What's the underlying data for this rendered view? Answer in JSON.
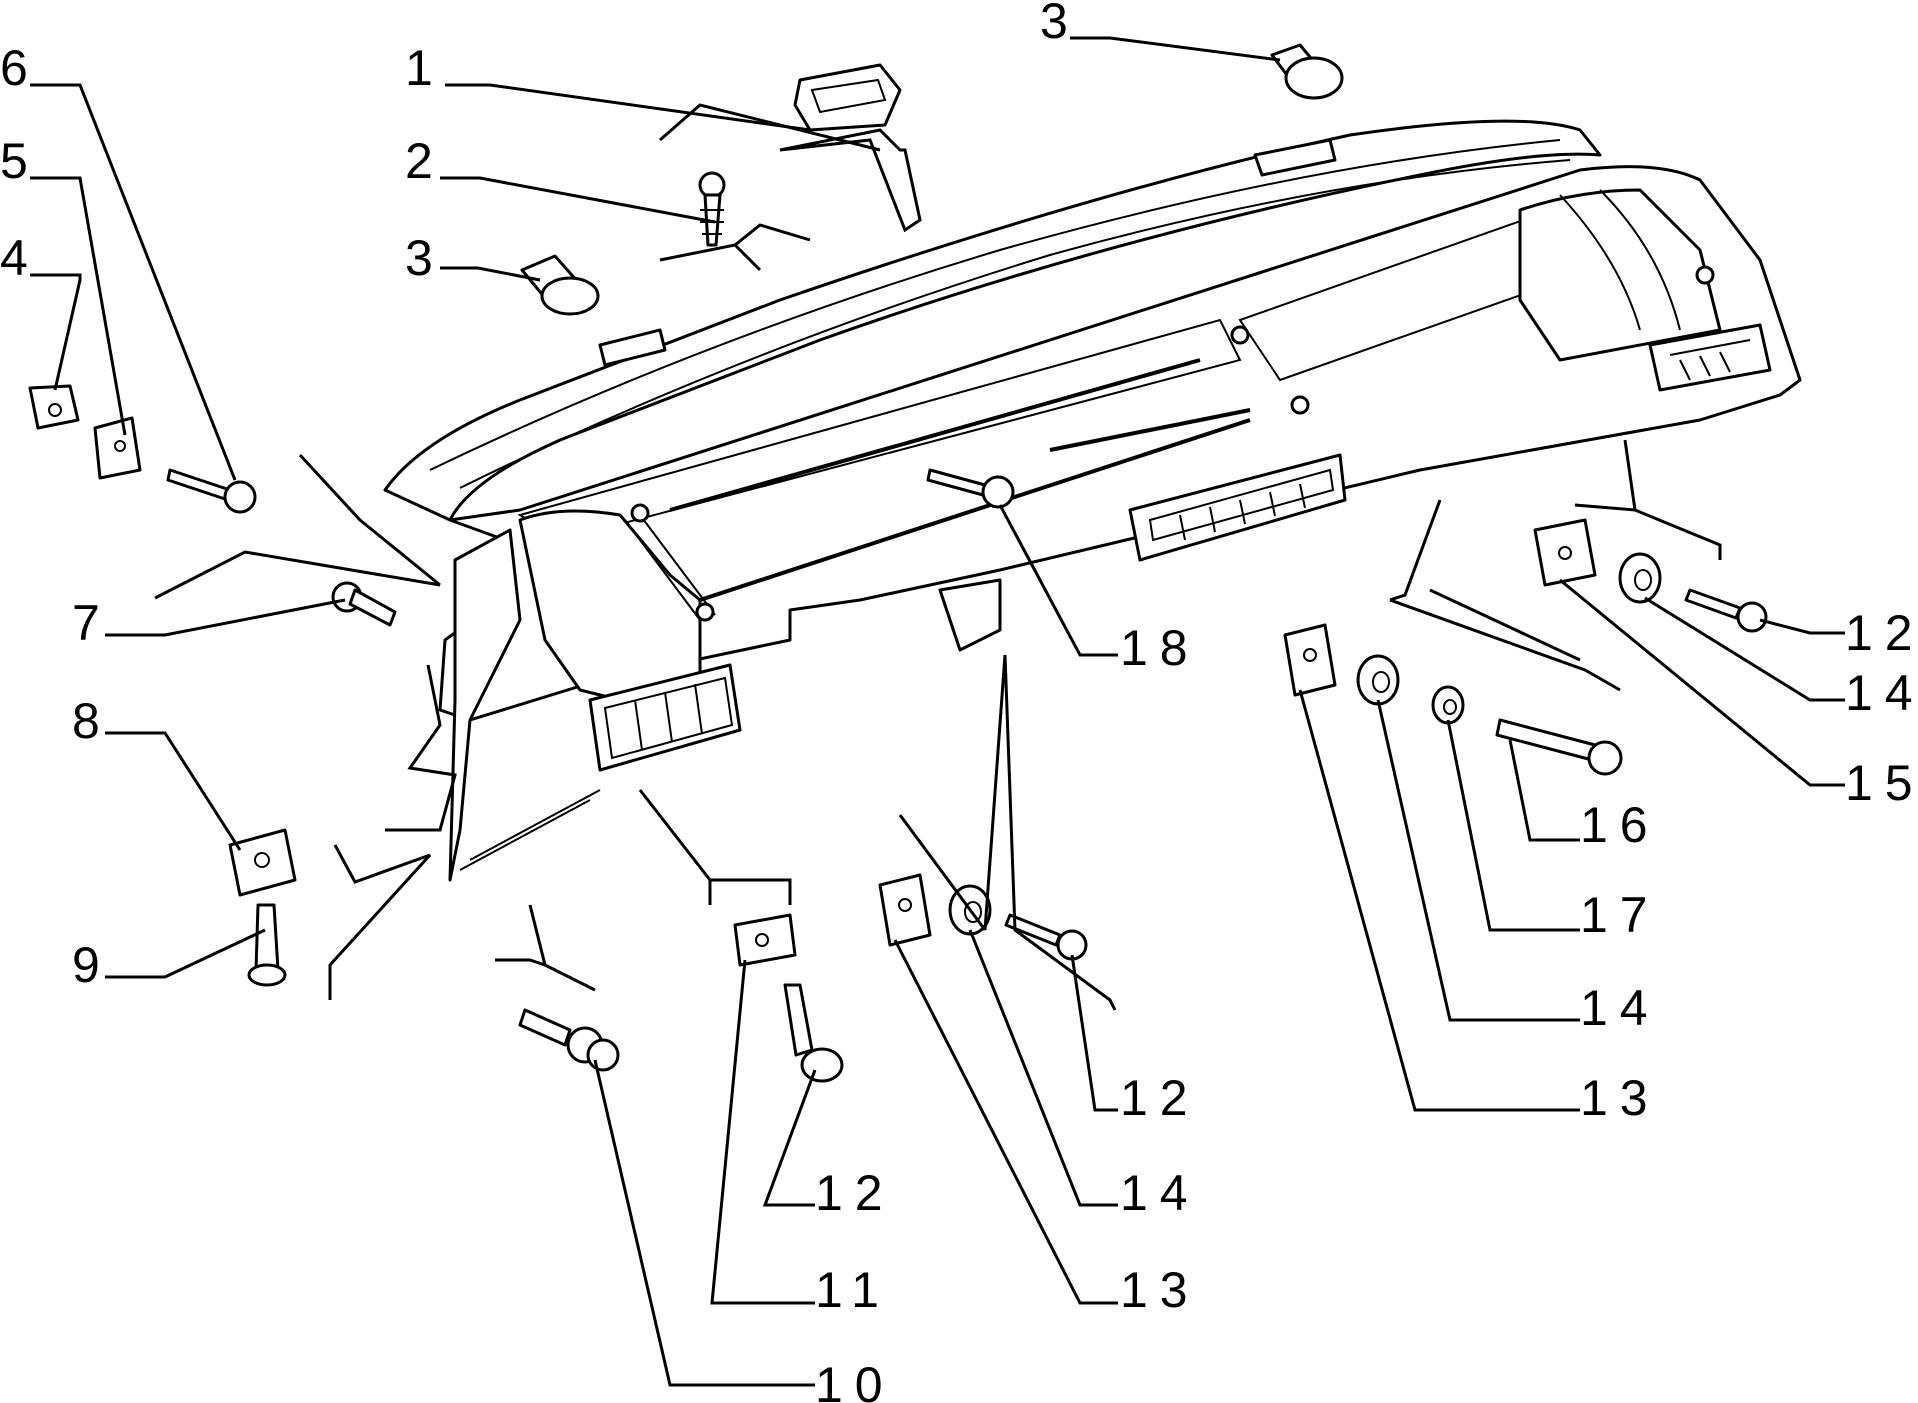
{
  "callouts": [
    {
      "id": "c1",
      "label": "1"
    },
    {
      "id": "c2",
      "label": "2"
    },
    {
      "id": "c3a",
      "label": "3"
    },
    {
      "id": "c3b",
      "label": "3"
    },
    {
      "id": "c4",
      "label": "4"
    },
    {
      "id": "c5",
      "label": "5"
    },
    {
      "id": "c6",
      "label": "6"
    },
    {
      "id": "c7",
      "label": "7"
    },
    {
      "id": "c8",
      "label": "8"
    },
    {
      "id": "c9",
      "label": "9"
    },
    {
      "id": "c10",
      "label": "10"
    },
    {
      "id": "c11",
      "label": "11"
    },
    {
      "id": "c12a",
      "label": "12"
    },
    {
      "id": "c12b",
      "label": "12"
    },
    {
      "id": "c12c",
      "label": "12"
    },
    {
      "id": "c13a",
      "label": "13"
    },
    {
      "id": "c13b",
      "label": "13"
    },
    {
      "id": "c14a",
      "label": "14"
    },
    {
      "id": "c14b",
      "label": "14"
    },
    {
      "id": "c14c",
      "label": "14"
    },
    {
      "id": "c15",
      "label": "15"
    },
    {
      "id": "c16",
      "label": "16"
    },
    {
      "id": "c17",
      "label": "17"
    },
    {
      "id": "c18",
      "label": "18"
    }
  ]
}
